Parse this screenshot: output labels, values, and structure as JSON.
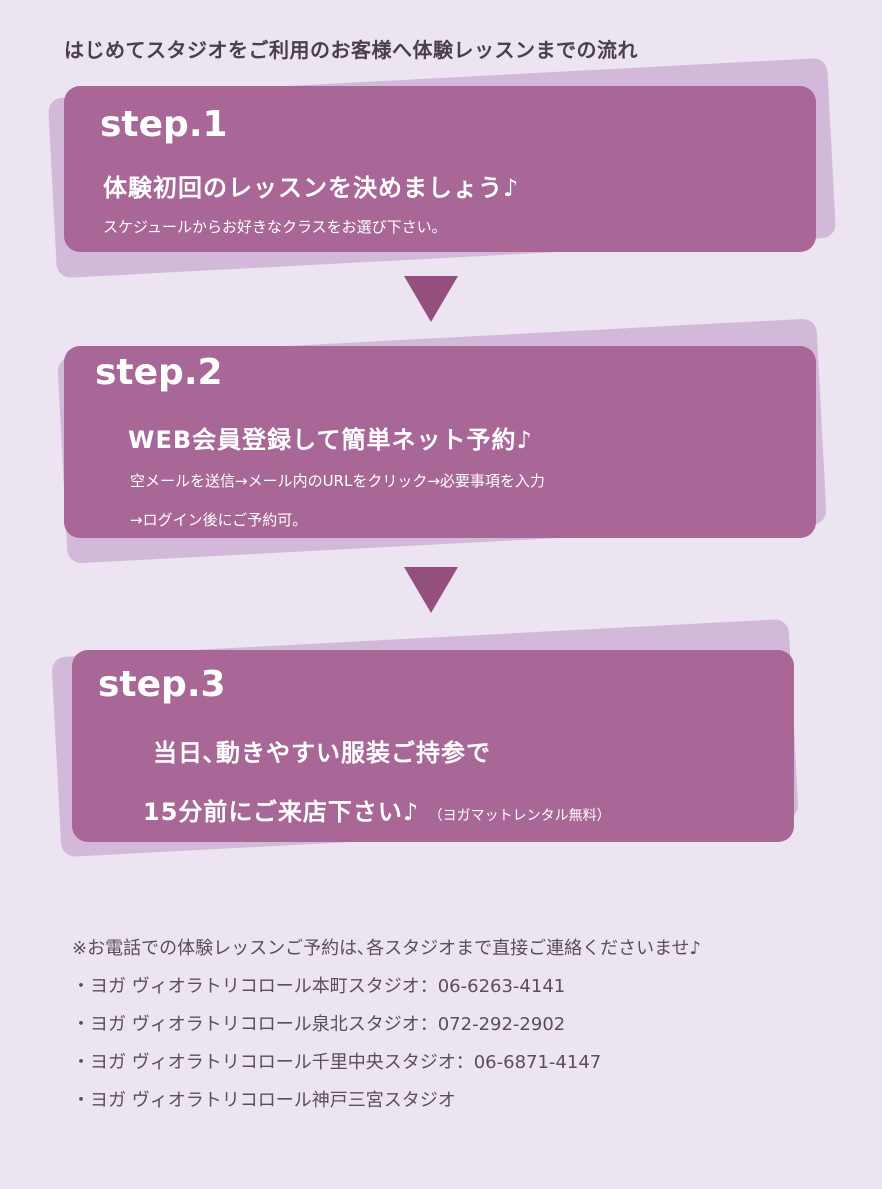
{
  "heading": "はじめてスタジオをご利用のお客様へ体験レッスンまでの流れ",
  "steps": [
    {
      "label": "step.1",
      "title": "体験初回のレッスンを決めましょう♪",
      "description": "スケジュールからお好きなクラスをお選び下さい。"
    },
    {
      "label": "step.2",
      "title": "WEB会員登録して簡単ネット予約♪",
      "description_line1": "空メールを送信→メール内のURLをクリック→必要事項を入力",
      "description_line2": "→ログイン後にご予約可。"
    },
    {
      "label": "step.3",
      "title_line1": "当日､動きやすい服装ご持参で",
      "title_line2": "15分前にご来店下さい♪",
      "note": "（ヨガマットレンタル無料）"
    }
  ],
  "contact": {
    "note": "※お電話での体験レッスンご予約は､各スタジオまで直接ご連絡くださいませ♪",
    "studios": [
      "・ヨガ ヴィオラトリコロール本町スタジオ：06-6263-4141",
      "・ヨガ ヴィオラトリコロール泉北スタジオ：072-292-2902",
      "・ヨガ ヴィオラトリコロール千里中央スタジオ：06-6871-4147",
      "・ヨガ ヴィオラトリコロール神戸三宮スタジオ"
    ]
  },
  "colors": {
    "background": "#ede4f1",
    "card": "#a86796",
    "card_shadow": "#d3b9d9",
    "arrow": "#954f7f"
  }
}
